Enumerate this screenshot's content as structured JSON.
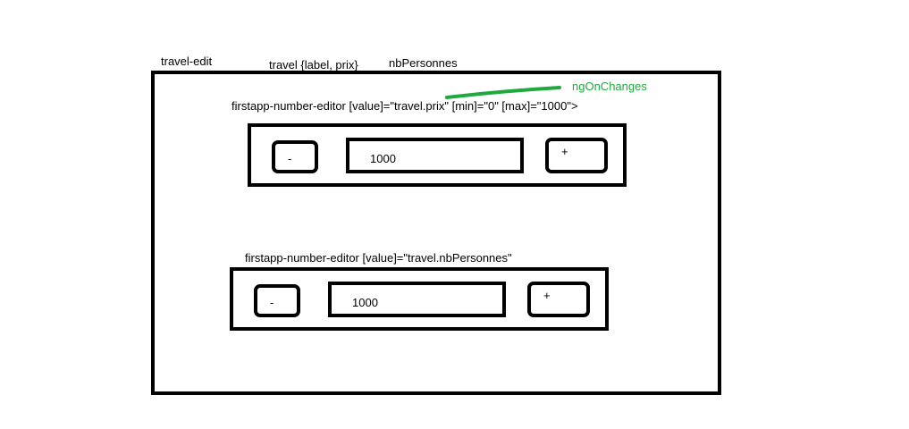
{
  "labels": {
    "component": "travel-edit",
    "input_travel": "travel {label, prix}",
    "input_nb": "nbPersonnes",
    "ng_on_changes": "ngOnChanges"
  },
  "editors": [
    {
      "caption": "firstapp-number-editor [value]=\"travel.prix\" [min]=\"0\" [max]=\"1000\">",
      "minus": "-",
      "value": "1000",
      "plus": "+"
    },
    {
      "caption": "firstapp-number-editor [value]=\"travel.nbPersonnes\"",
      "minus": "-",
      "value": "1000",
      "plus": "+"
    }
  ],
  "colors": {
    "annotation": "#1faa3f",
    "stroke": "#000000"
  }
}
